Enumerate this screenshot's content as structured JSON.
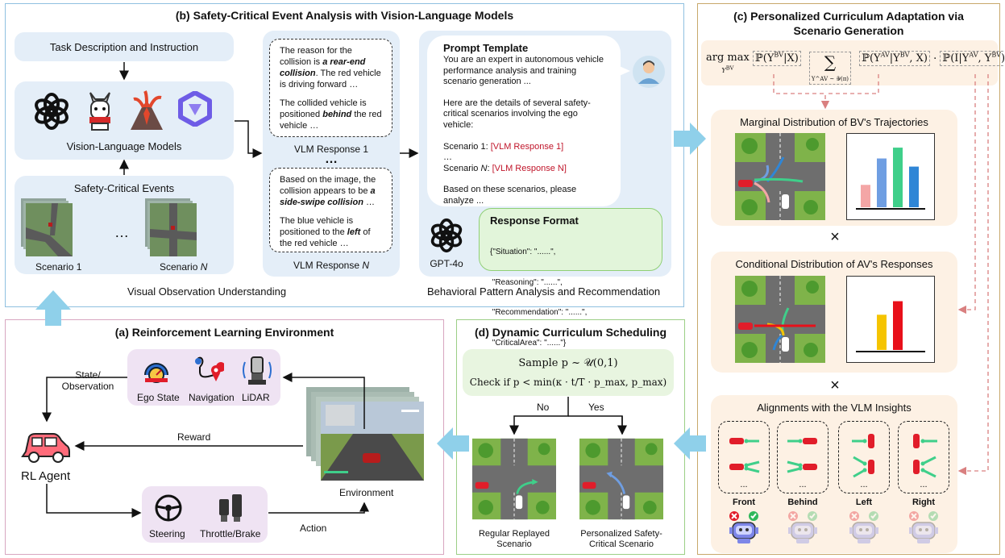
{
  "panel_b": {
    "title": "(b) Safety-Critical Event Analysis with Vision-Language Models",
    "task_description": "Task Description and Instruction",
    "vlm_label": "Vision-Language Models",
    "sce_label": "Safety-Critical Events",
    "scenario1": "Scenario 1",
    "scenarioN": "Scenario N",
    "ellipsis": "…",
    "visual_label": "Visual Observation Understanding",
    "resp1": {
      "l1": "The reason for the",
      "l2a": "collision is ",
      "l2b": "a rear-end",
      "l3a": "collision",
      "l3b": ". The red vehicle",
      "l4": "is driving forward …",
      "l5": "The collided vehicle is",
      "l6a": "positioned ",
      "l6b": "behind",
      "l6c": " the red",
      "l7": "vehicle …"
    },
    "resp1_label": "VLM Response 1",
    "resp_dots": "…",
    "respN": {
      "l1": "Based on the image, the",
      "l2a": "collision appears to be ",
      "l2b": "a",
      "l3a": "side-swipe collision",
      "l3b": " …",
      "l4": "The blue vehicle is",
      "l5": "positioned to the ",
      "l5b": "left",
      "l5c": " of",
      "l6": "the red vehicle …"
    },
    "respN_label": "VLM Response N",
    "prompt_title": "Prompt Template",
    "prompt_lines": [
      "You are an expert in autonomous vehicle",
      "performance analysis and training",
      "scenario generation ...",
      "",
      "Here are the details of several safety-",
      "critical scenarios involving the ego",
      "vehicle:",
      ""
    ],
    "scenario1_prefix": "Scenario 1: ",
    "scenario1_ref": "[VLM Response 1]",
    "mid_ellipsis": "…",
    "scenarioN_prefix": "Scenario N: ",
    "scenarioN_ref": "[VLM Response N]",
    "prompt_end1": "Based on these scenarios, please",
    "prompt_end2": "analyze ...",
    "response_title": "Response Format",
    "response_lines": [
      "{\"Situation\": \"......\",",
      " \"Reasoning\": \"......\",",
      " \"Recommendation\": \"......\",",
      " \"CriticalArea\": \"......\"}"
    ],
    "gpt_label": "GPT-4o",
    "behavior_label": "Behavioral Pattern Analysis and Recommendation"
  },
  "panel_c": {
    "title1": "(c) Personalized Curriculum Adaptation via",
    "title2": "Scenario Generation",
    "formula": {
      "argmax": "arg max",
      "argmax_sub": "Y",
      "argmax_sub_sup": "BV",
      "p1": "ℙ(Y",
      "p1_sup": "BV",
      "p1_end": "|X)",
      "sum": "∑",
      "sum_sub": "Y^AV ~ 𝒴(π)",
      "p2": "ℙ(Y",
      "p2_sup": "AV",
      "p2_mid": "|Y",
      "p2_sup2": "BV",
      "p2_end": ", X)",
      "dot": "·",
      "p3": "ℙ(I|Y",
      "p3_sup": "AV",
      "p3_mid": ", Y",
      "p3_sup2": "BV",
      "p3_end": ")"
    },
    "marginal_title": "Marginal Distribution of BV's Trajectories",
    "conditional_title": "Conditional Distribution of AV's Responses",
    "times": "×",
    "alignments_title": "Alignments with the VLM Insights",
    "dir_labels": [
      "Front",
      "Behind",
      "Left",
      "Right"
    ],
    "card_dots": "...",
    "colors": {
      "accent_border": "#c8a86b",
      "bar_pink": "#f4a6a6",
      "bar_blue": "#6f9ee2",
      "bar_green": "#3fcf8a",
      "bar_blue2": "#2f86d6",
      "bar_yellow": "#f5c400",
      "bar_red": "#e8101a"
    }
  },
  "chart_marginal": {
    "type": "bar",
    "values": [
      0.33,
      0.72,
      0.88,
      0.6
    ],
    "colors": [
      "#f4a6a6",
      "#6f9ee2",
      "#3fcf8a",
      "#2f86d6"
    ]
  },
  "chart_conditional": {
    "type": "bar",
    "values": [
      0.52,
      0.72
    ],
    "colors": [
      "#f5c400",
      "#e8101a"
    ]
  },
  "panel_a": {
    "title": "(a) Reinforcement Learning Environment",
    "state_obs1": "State/",
    "state_obs2": "Observation",
    "ego_state": "Ego State",
    "navigation": "Navigation",
    "lidar": "LiDAR",
    "reward": "Reward",
    "rl_agent": "RL Agent",
    "environment": "Environment",
    "steering": "Steering",
    "throttle": "Throttle/Brake",
    "action": "Action"
  },
  "panel_d": {
    "title": "(d) Dynamic Curriculum Scheduling",
    "sample": "Sample p ~ 𝒰(0,1)",
    "check": "Check if p < min(κ · t/T · p_max, p_max)",
    "no": "No",
    "yes": "Yes",
    "regular1": "Regular Replayed",
    "regular2": "Scenario",
    "personal1": "Personalized Safety-",
    "personal2": "Critical Scenario"
  }
}
